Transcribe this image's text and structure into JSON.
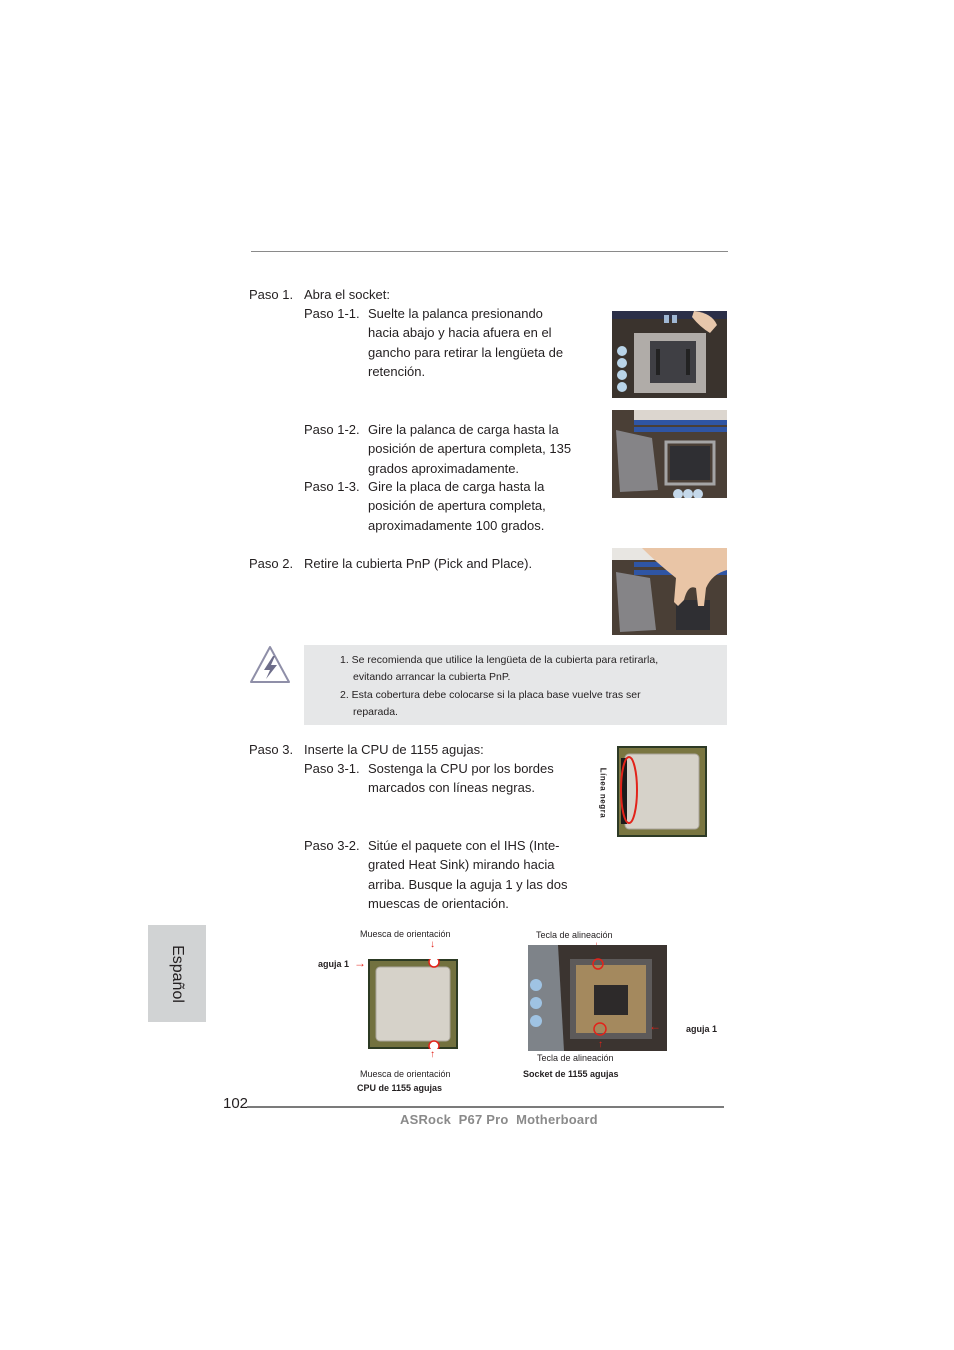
{
  "page": {
    "section_tab": "Español",
    "page_number": "102",
    "footer_title": "ASRock  P67 Pro  Motherboard"
  },
  "steps": {
    "step1": {
      "label": "Paso 1.",
      "text": "Abra el socket:",
      "sub": [
        {
          "label": "Paso 1-1.",
          "lines": [
            "Suelte la palanca presionando",
            "hacia abajo y hacia afuera en el",
            "gancho para retirar la lengüeta de",
            "retención."
          ]
        },
        {
          "label": "Paso 1-2.",
          "lines": [
            "Gire la palanca de carga hasta la",
            "posición de apertura completa, 135",
            "grados aproximadamente."
          ]
        },
        {
          "label": "Paso 1-3.",
          "lines": [
            "Gire la placa de carga hasta la",
            "posición de apertura completa,",
            "aproximadamente 100 grados."
          ]
        }
      ]
    },
    "step2": {
      "label": "Paso 2.",
      "text": "Retire la cubierta PnP (Pick and Place)."
    },
    "step3": {
      "label": "Paso 3.",
      "text": "Inserte la CPU de 1155 agujas:",
      "sub": [
        {
          "label": "Paso 3-1.",
          "lines": [
            "Sostenga la CPU por los bordes",
            "marcados con líneas negras."
          ]
        },
        {
          "label": "Paso 3-2.",
          "lines": [
            "Sitúe el paquete con el IHS (Inte-",
            "grated Heat Sink) mirando hacia",
            "arriba. Busque la aguja 1 y las dos",
            "muescas de orientación."
          ]
        }
      ]
    }
  },
  "note": {
    "icon": "warning-lightning-icon",
    "items": [
      {
        "lines": [
          "1. Se recomienda que utilice la lengüeta de la cubierta para retirarla,",
          "evitando arrancar la cubierta PnP."
        ]
      },
      {
        "lines": [
          "2. Esta cobertura debe colocarse si la placa base vuelve tras ser",
          "reparada."
        ]
      }
    ]
  },
  "figures": {
    "cpu_black_line_label": "Línea negra",
    "cpu": {
      "notch_top": "Muesca de orientación",
      "pin1": "aguja 1",
      "notch_bottom": "Muesca de orientación",
      "caption": "CPU de 1155 agujas"
    },
    "socket": {
      "key_top": "Tecla de alineación",
      "pin1": "aguja 1",
      "key_bottom": "Tecla de alineación",
      "caption": "Socket de 1155 agujas"
    }
  },
  "colors": {
    "accent_red": "#e2231a",
    "note_bg": "#e6e7e8",
    "tab_bg": "#d1d3d4",
    "rule": "#7b7b7b"
  }
}
